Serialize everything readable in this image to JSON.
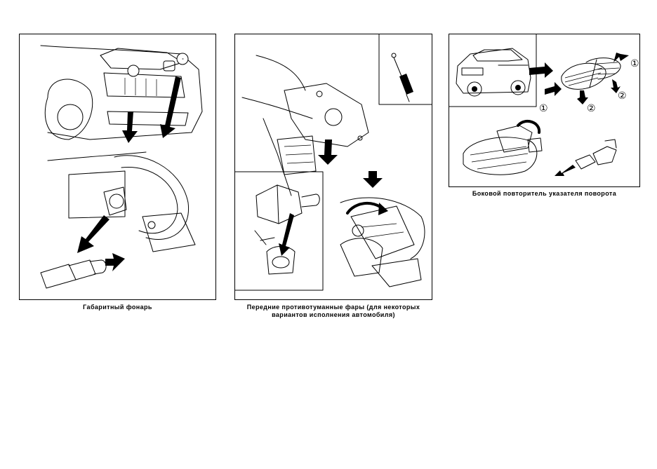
{
  "figures": [
    {
      "caption": "Габаритный фонарь"
    },
    {
      "caption": "Передние противотуманные фары (для некоторых вариантов исполнения автомобиля)",
      "caption_lines": [
        "Передние противотуманные фары (для некоторых",
        "вариантов исполнения автомобиля)"
      ]
    },
    {
      "caption": "Боковой повторитель указателя поворота",
      "callouts": [
        "①",
        "②",
        "①",
        "②"
      ]
    }
  ],
  "icons": [
    "car-front-illustration",
    "bulb-illustration",
    "screwdriver-illustration",
    "direction-arrow-icon",
    "rotation-arrow-icon"
  ]
}
